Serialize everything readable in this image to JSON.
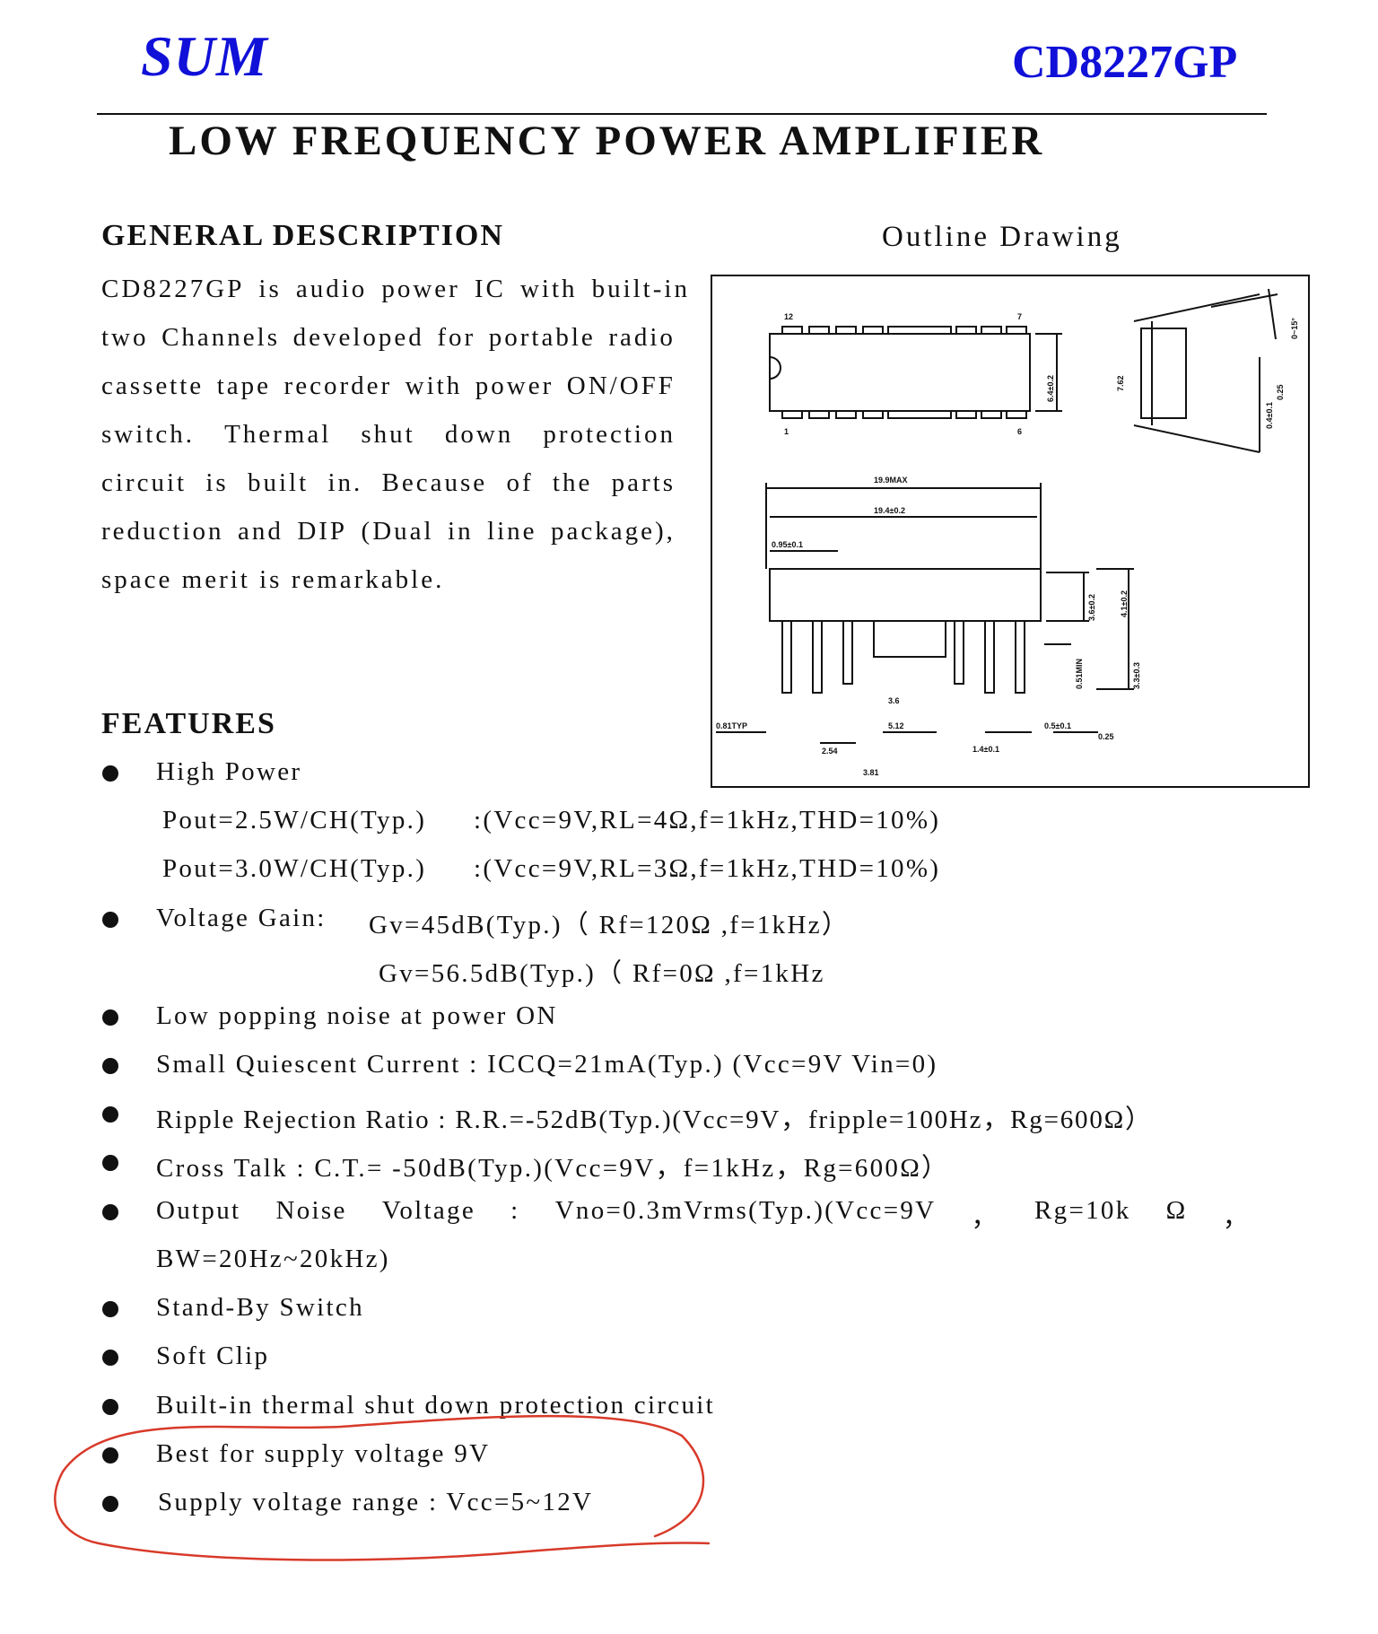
{
  "header": {
    "brand": "SUM",
    "part_number": "CD8227GP",
    "title": "LOW FREQUENCY POWER AMPLIFIER"
  },
  "general_description": {
    "heading": "GENERAL DESCRIPTION",
    "lines": [
      [
        "CD8227GP",
        "is",
        "audio",
        "power",
        "IC",
        "with",
        "built-in"
      ],
      [
        "two",
        "Channels",
        "developed",
        "for",
        "portable",
        "radio"
      ],
      [
        "cassette",
        "tape",
        "recorder",
        "with",
        "power",
        "ON/OFF"
      ],
      [
        "switch.",
        "Thermal",
        "shut",
        "down",
        "protection"
      ],
      [
        "circuit",
        "is",
        "built",
        "in.",
        "Because",
        "of",
        "the",
        "parts"
      ],
      [
        "reduction",
        "and",
        "DIP",
        "(Dual",
        "in",
        "line",
        "package),"
      ],
      "space merit is remarkable."
    ]
  },
  "outline": {
    "heading": "Outline Drawing",
    "pins": {
      "top_left": "12",
      "top_right": "7",
      "bottom_left": "1",
      "bottom_right": "6"
    },
    "dims": {
      "width": "6.4±0.2",
      "side_width": "7.62",
      "angle": "0~15°",
      "lead_thick": "0.4±0.1",
      "lead_thick2": "0.25",
      "length_max": "19.9MAX",
      "length": "19.4±0.2",
      "lead_width": "0.95±0.1",
      "body_height": "3.6±0.2",
      "total_height": "4.1±0.2",
      "standoff": "0.51MIN",
      "lead_length": "3.3±0.3",
      "tab": "3.6",
      "tab2": "5.12",
      "typ": "0.81TYP",
      "pitch": "2.54",
      "gap": "3.81",
      "lead_w2": "1.4±0.1",
      "lead_w3": "0.5±0.1",
      "tol": "0.25"
    }
  },
  "features": {
    "heading": "FEATURES",
    "high_power": {
      "label": "High   Power",
      "line1_a": "Pout=2.5W/CH(Typ.)",
      "line1_b": ":(Vcc=9V,RL=4Ω,f=1kHz,THD=10%)",
      "line2_a": "Pout=3.0W/CH(Typ.)",
      "line2_b": ":(Vcc=9V,RL=3Ω,f=1kHz,THD=10%)"
    },
    "voltage_gain": {
      "label": "Voltage Gain:",
      "line1": "Gv=45dB(Typ.)（ Rf=120Ω ,f=1kHz）",
      "line2": "Gv=56.5dB(Typ.)（ Rf=0Ω ,f=1kHz"
    },
    "popping": "Low popping noise at power ON",
    "quiescent": "Small Quiescent Current : ICCQ=21mA(Typ.)    (Vcc=9V Vin=0)",
    "ripple": "Ripple Rejection Ratio : R.R.=-52dB(Typ.)(Vcc=9V，fripple=100Hz，Rg=600Ω）",
    "crosstalk": "Cross Talk : C.T.= -50dB(Typ.)(Vcc=9V，f=1kHz，Rg=600Ω）",
    "noise_line1": [
      "Output",
      "Noise",
      "Voltage",
      ":",
      "Vno=0.3mVrms(Typ.)(Vcc=9V",
      "，",
      "Rg=10k",
      "Ω",
      "，"
    ],
    "noise_line2": "BW=20Hz~20kHz)",
    "standby": "Stand-By Switch",
    "softclip": "Soft Clip",
    "thermal": "Built-in thermal shut down protection circuit",
    "best_supply": "Best for supply voltage 9V",
    "supply_range": "Supply voltage range : Vcc=5~12V"
  },
  "colors": {
    "brand": "#1010d8",
    "annotation": "#d83a2a"
  }
}
